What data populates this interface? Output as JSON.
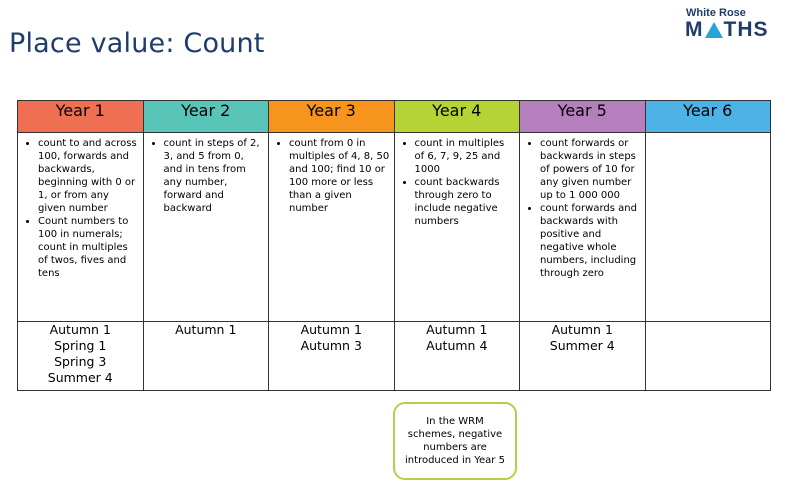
{
  "title": "Place value: Count",
  "logo": {
    "top": "White Rose",
    "main_left": "M",
    "main_right": "THS"
  },
  "years": [
    {
      "label": "Year 1",
      "color": "#ef6f53",
      "bullets": [
        "count to and across 100, forwards and backwards, beginning with 0 or 1, or from any given number",
        "Count numbers to 100 in numerals; count in multiples of twos, fives and tens"
      ],
      "terms": [
        "Autumn 1",
        "Spring 1",
        "Spring 3",
        "Summer 4"
      ]
    },
    {
      "label": "Year 2",
      "color": "#59c4b8",
      "bullets": [
        "count in steps of 2, 3, and 5 from 0, and in tens from any number, forward and backward"
      ],
      "terms": [
        "Autumn 1"
      ]
    },
    {
      "label": "Year 3",
      "color": "#f7941d",
      "bullets": [
        "count from 0 in multiples of 4, 8, 50 and 100; find 10 or 100 more or less than a given number"
      ],
      "terms": [
        "Autumn 1",
        "Autumn 3"
      ]
    },
    {
      "label": "Year 4",
      "color": "#b5d334",
      "bullets": [
        "count in multiples of 6, 7, 9, 25 and 1000",
        "count backwards through zero to include negative numbers"
      ],
      "terms": [
        "Autumn 1",
        "Autumn 4"
      ]
    },
    {
      "label": "Year 5",
      "color": "#b57fbd",
      "bullets": [
        "count forwards or backwards in steps of powers of 10 for any given number up to 1 000 000",
        "count forwards and backwards with positive and negative whole numbers, including through zero"
      ],
      "terms": [
        "Autumn 1",
        "Summer 4"
      ]
    },
    {
      "label": "Year 6",
      "color": "#4db3e6",
      "bullets": [],
      "terms": []
    }
  ],
  "note": "In the WRM schemes, negative numbers are introduced in Year 5"
}
